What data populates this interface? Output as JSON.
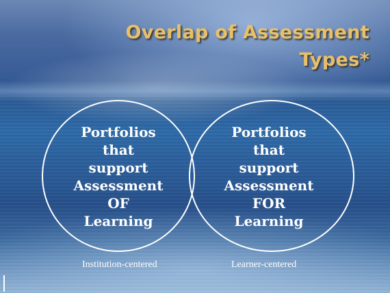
{
  "slide": {
    "title_line1": "Overlap of Assessment",
    "title_line2": "Types*",
    "title_color": "#e8c06a"
  },
  "venn": {
    "left": {
      "lines": [
        "Portfolios that",
        "support",
        "Assessment",
        "OF",
        "Learning"
      ],
      "caption": "Institution-centered"
    },
    "right": {
      "lines": [
        "Portfolios that",
        "support",
        "Assessment",
        "FOR",
        "Learning"
      ],
      "caption": "Learner-centered"
    },
    "stroke_color": "#ffffff"
  }
}
